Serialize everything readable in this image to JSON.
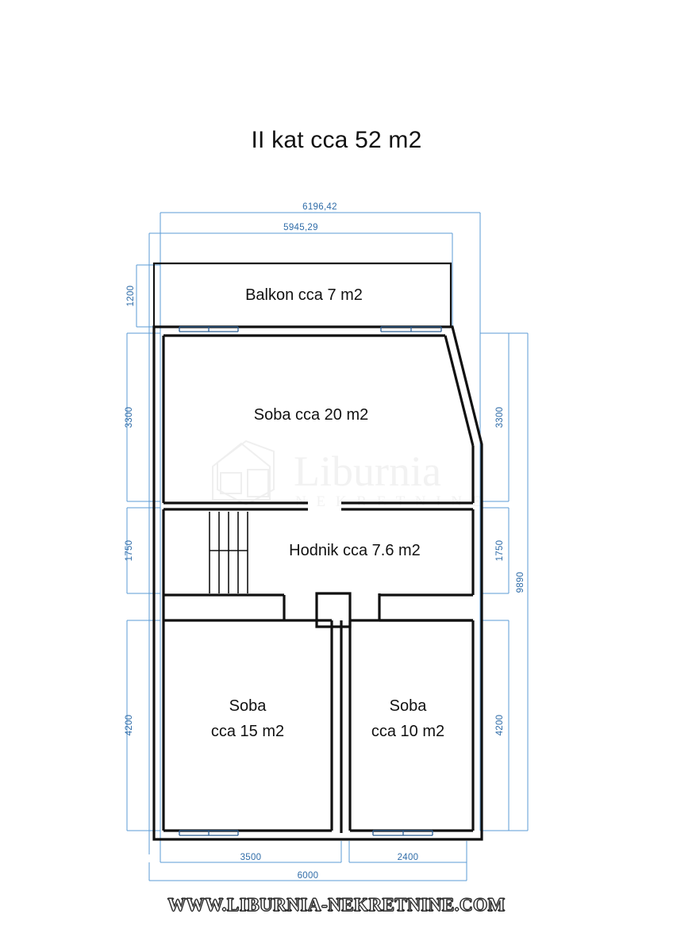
{
  "page": {
    "title": "II kat cca 52 m2",
    "footer_url": "WWW.LIBURNIA-NEKRETNINE.COM",
    "background": "#ffffff",
    "wall_color": "#111111",
    "dimension_color": "#2f6ca8",
    "dimension_line_color": "#5b9bd5"
  },
  "watermark": {
    "brand": "Liburnia",
    "subtitle": "N E K R E T N I N E",
    "logo": "house-hexagon-logo"
  },
  "rooms": [
    {
      "id": "balkon",
      "label": "Balkon cca 7 m2",
      "name": "Balkon",
      "area_m2": 7,
      "area_text": "cca 7 m2"
    },
    {
      "id": "soba20",
      "label": "Soba cca 20 m2",
      "name": "Soba",
      "area_m2": 20,
      "area_text": "cca 20 m2"
    },
    {
      "id": "hodnik",
      "label": "Hodnik cca 7.6 m2",
      "name": "Hodnik",
      "area_m2": 7.6,
      "area_text": "cca 7.6 m2"
    },
    {
      "id": "soba15",
      "label_line1": "Soba",
      "label_line2": "cca 15 m2",
      "name": "Soba",
      "area_m2": 15,
      "area_text": "cca 15 m2"
    },
    {
      "id": "soba10",
      "label_line1": "Soba",
      "label_line2": "cca 10 m2",
      "name": "Soba",
      "area_m2": 10,
      "area_text": "cca 10 m2"
    }
  ],
  "dimensions": {
    "top": [
      {
        "id": "top-outer",
        "value": "6196,42"
      },
      {
        "id": "top-inner",
        "value": "5945,29"
      }
    ],
    "left": [
      {
        "id": "left-balkon",
        "value": "1200"
      },
      {
        "id": "left-soba20",
        "value": "3300"
      },
      {
        "id": "left-hodnik",
        "value": "1750"
      },
      {
        "id": "left-soba",
        "value": "4200"
      }
    ],
    "right": [
      {
        "id": "right-soba20",
        "value": "3300"
      },
      {
        "id": "right-hodnik",
        "value": "1750"
      },
      {
        "id": "right-soba",
        "value": "4200"
      },
      {
        "id": "right-total",
        "value": "9890"
      }
    ],
    "bottom": [
      {
        "id": "bottom-left",
        "value": "3500"
      },
      {
        "id": "bottom-right",
        "value": "2400"
      },
      {
        "id": "bottom-total",
        "value": "6000"
      }
    ]
  }
}
